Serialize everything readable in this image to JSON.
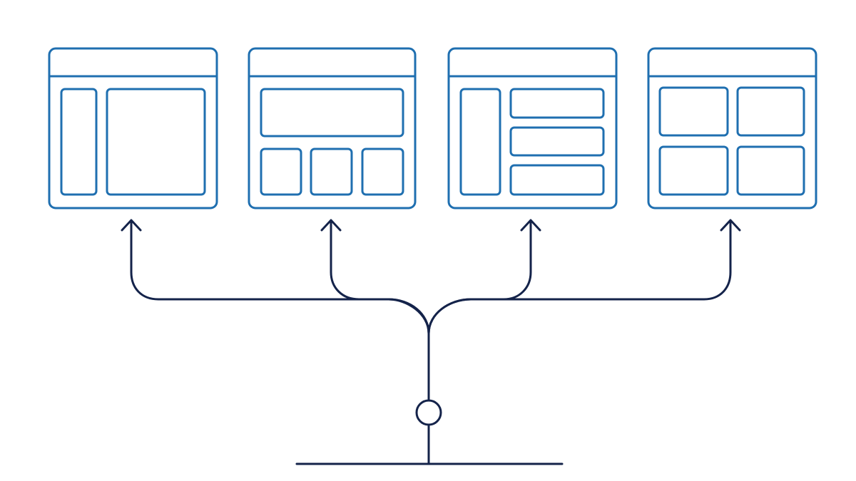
{
  "diagram": {
    "frame_color": "#1f6fb0",
    "line_color": "#14234a",
    "background": "#ffffff",
    "layouts": [
      {
        "name": "sidebar-content"
      },
      {
        "name": "hero-three-cards"
      },
      {
        "name": "sidebar-stacked-rows"
      },
      {
        "name": "two-by-two-grid"
      }
    ]
  }
}
